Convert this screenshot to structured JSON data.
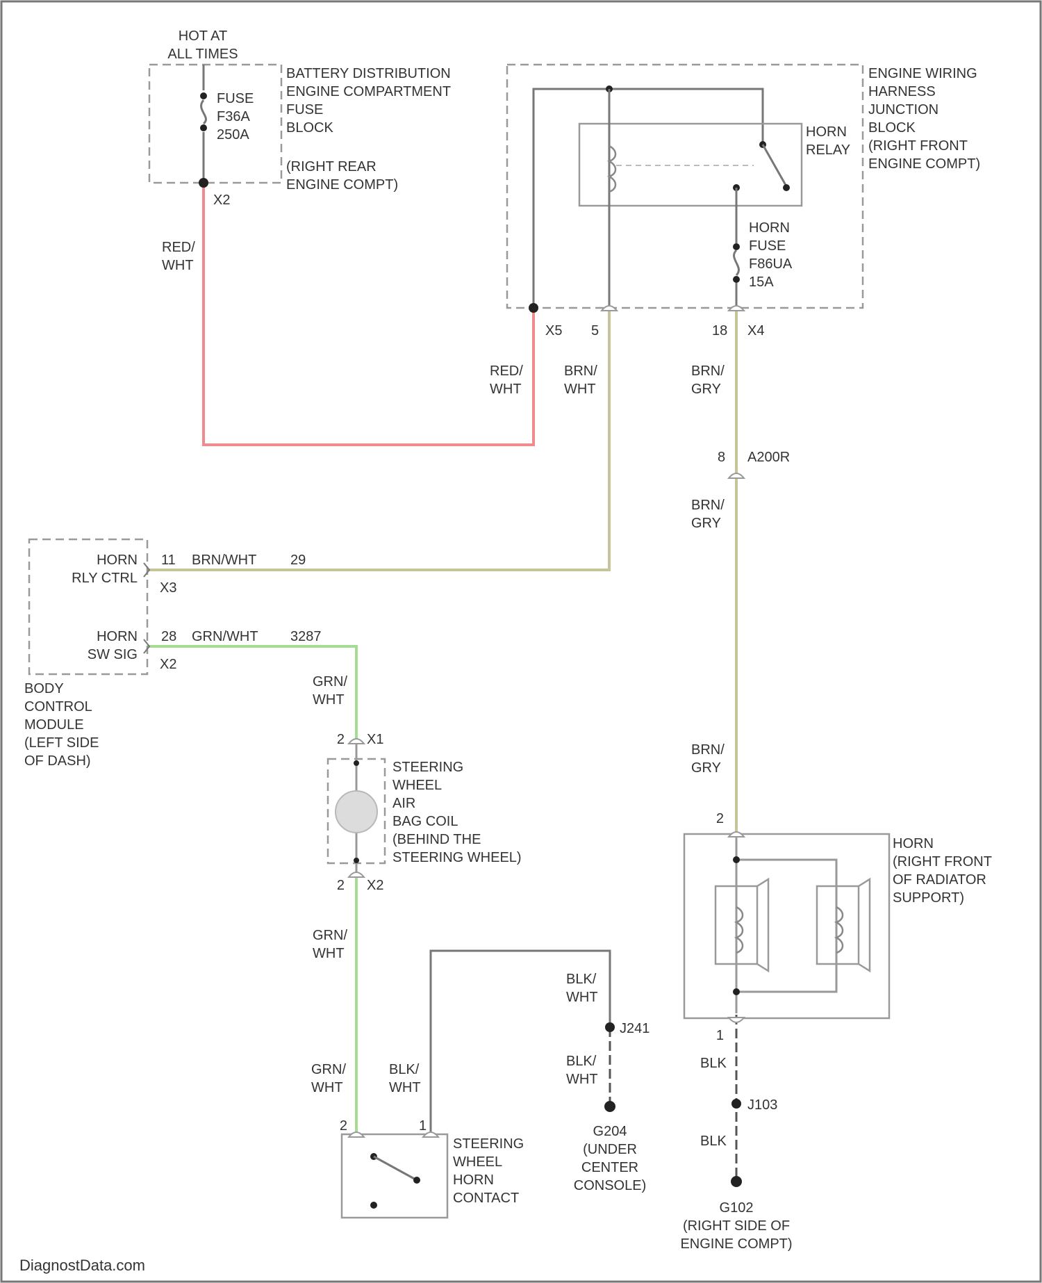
{
  "battery_block": {
    "hot_line1": "HOT AT",
    "hot_line2": "ALL TIMES",
    "fuse_line1": "FUSE",
    "fuse_line2": "F36A",
    "fuse_line3": "250A",
    "name_lines": [
      "BATTERY DISTRIBUTION",
      "ENGINE COMPARTMENT",
      "FUSE",
      "BLOCK"
    ],
    "location_lines": [
      "(RIGHT REAR",
      "ENGINE COMPT)"
    ],
    "connector": "X2"
  },
  "junction_block": {
    "name_lines": [
      "ENGINE WIRING",
      "HARNESS",
      "JUNCTION",
      "BLOCK",
      "(RIGHT FRONT",
      "ENGINE COMPT)"
    ],
    "relay_line1": "HORN",
    "relay_line2": "RELAY",
    "fuse_lines": [
      "HORN",
      "FUSE",
      "F86UA",
      "15A"
    ],
    "pin_x5": "X5",
    "pin_5": "5",
    "pin_18": "18",
    "pin_x4": "X4"
  },
  "wires": {
    "red_wht_1_line1": "RED/",
    "red_wht_1_line2": "WHT",
    "red_wht_2_line1": "RED/",
    "red_wht_2_line2": "WHT",
    "brn_wht_line1": "BRN/",
    "brn_wht_line2": "WHT",
    "brn_gry_1_line1": "BRN/",
    "brn_gry_1_line2": "GRY",
    "brn_gry_2_line1": "BRN/",
    "brn_gry_2_line2": "GRY",
    "brn_gry_3_line1": "BRN/",
    "brn_gry_3_line2": "GRY",
    "grn_wht_1_line1": "GRN/",
    "grn_wht_1_line2": "WHT",
    "grn_wht_2_line1": "GRN/",
    "grn_wht_2_line2": "WHT",
    "grn_wht_3_line1": "GRN/",
    "grn_wht_3_line2": "WHT",
    "blk_wht_1_line1": "BLK/",
    "blk_wht_1_line2": "WHT",
    "blk_wht_2_line1": "BLK/",
    "blk_wht_2_line2": "WHT",
    "blk_wht_3_line1": "BLK/",
    "blk_wht_3_line2": "WHT",
    "blk_1": "BLK",
    "blk_2": "BLK"
  },
  "splice": {
    "pin_8": "8",
    "name": "A200R"
  },
  "bcm": {
    "horn_rly_line1": "HORN",
    "horn_rly_line2": "RLY CTRL",
    "pin_11": "11",
    "wire_1": "BRN/WHT",
    "circuit_1": "29",
    "conn_1": "X3",
    "horn_sw_line1": "HORN",
    "horn_sw_line2": "SW SIG",
    "pin_28": "28",
    "wire_2": "GRN/WHT",
    "circuit_2": "3287",
    "conn_2": "X2",
    "name_lines": [
      "BODY",
      "CONTROL",
      "MODULE",
      "(LEFT SIDE",
      "OF DASH)"
    ]
  },
  "clockspring": {
    "pin_top": "2",
    "conn_top": "X1",
    "pin_bottom": "2",
    "conn_bottom": "X2",
    "name_lines": [
      "STEERING",
      "WHEEL",
      "AIR",
      "BAG COIL",
      "(BEHIND THE",
      "STEERING WHEEL)"
    ]
  },
  "horn_contact": {
    "pin_2": "2",
    "pin_1": "1",
    "name_lines": [
      "STEERING",
      "WHEEL",
      "HORN",
      "CONTACT"
    ]
  },
  "ground_g": {
    "splice": "J241",
    "name_lines": [
      "G204",
      "(UNDER",
      "CENTER",
      "CONSOLE)"
    ]
  },
  "horn": {
    "pin_2": "2",
    "pin_1": "1",
    "name_lines": [
      "HORN",
      "(RIGHT FRONT",
      "OF RADIATOR",
      "SUPPORT)"
    ]
  },
  "ground_e": {
    "splice": "J103",
    "name_lines": [
      "G102",
      "(RIGHT SIDE OF",
      "ENGINE COMPT)"
    ]
  },
  "footer": {
    "watermark": "DiagnostData.com"
  }
}
